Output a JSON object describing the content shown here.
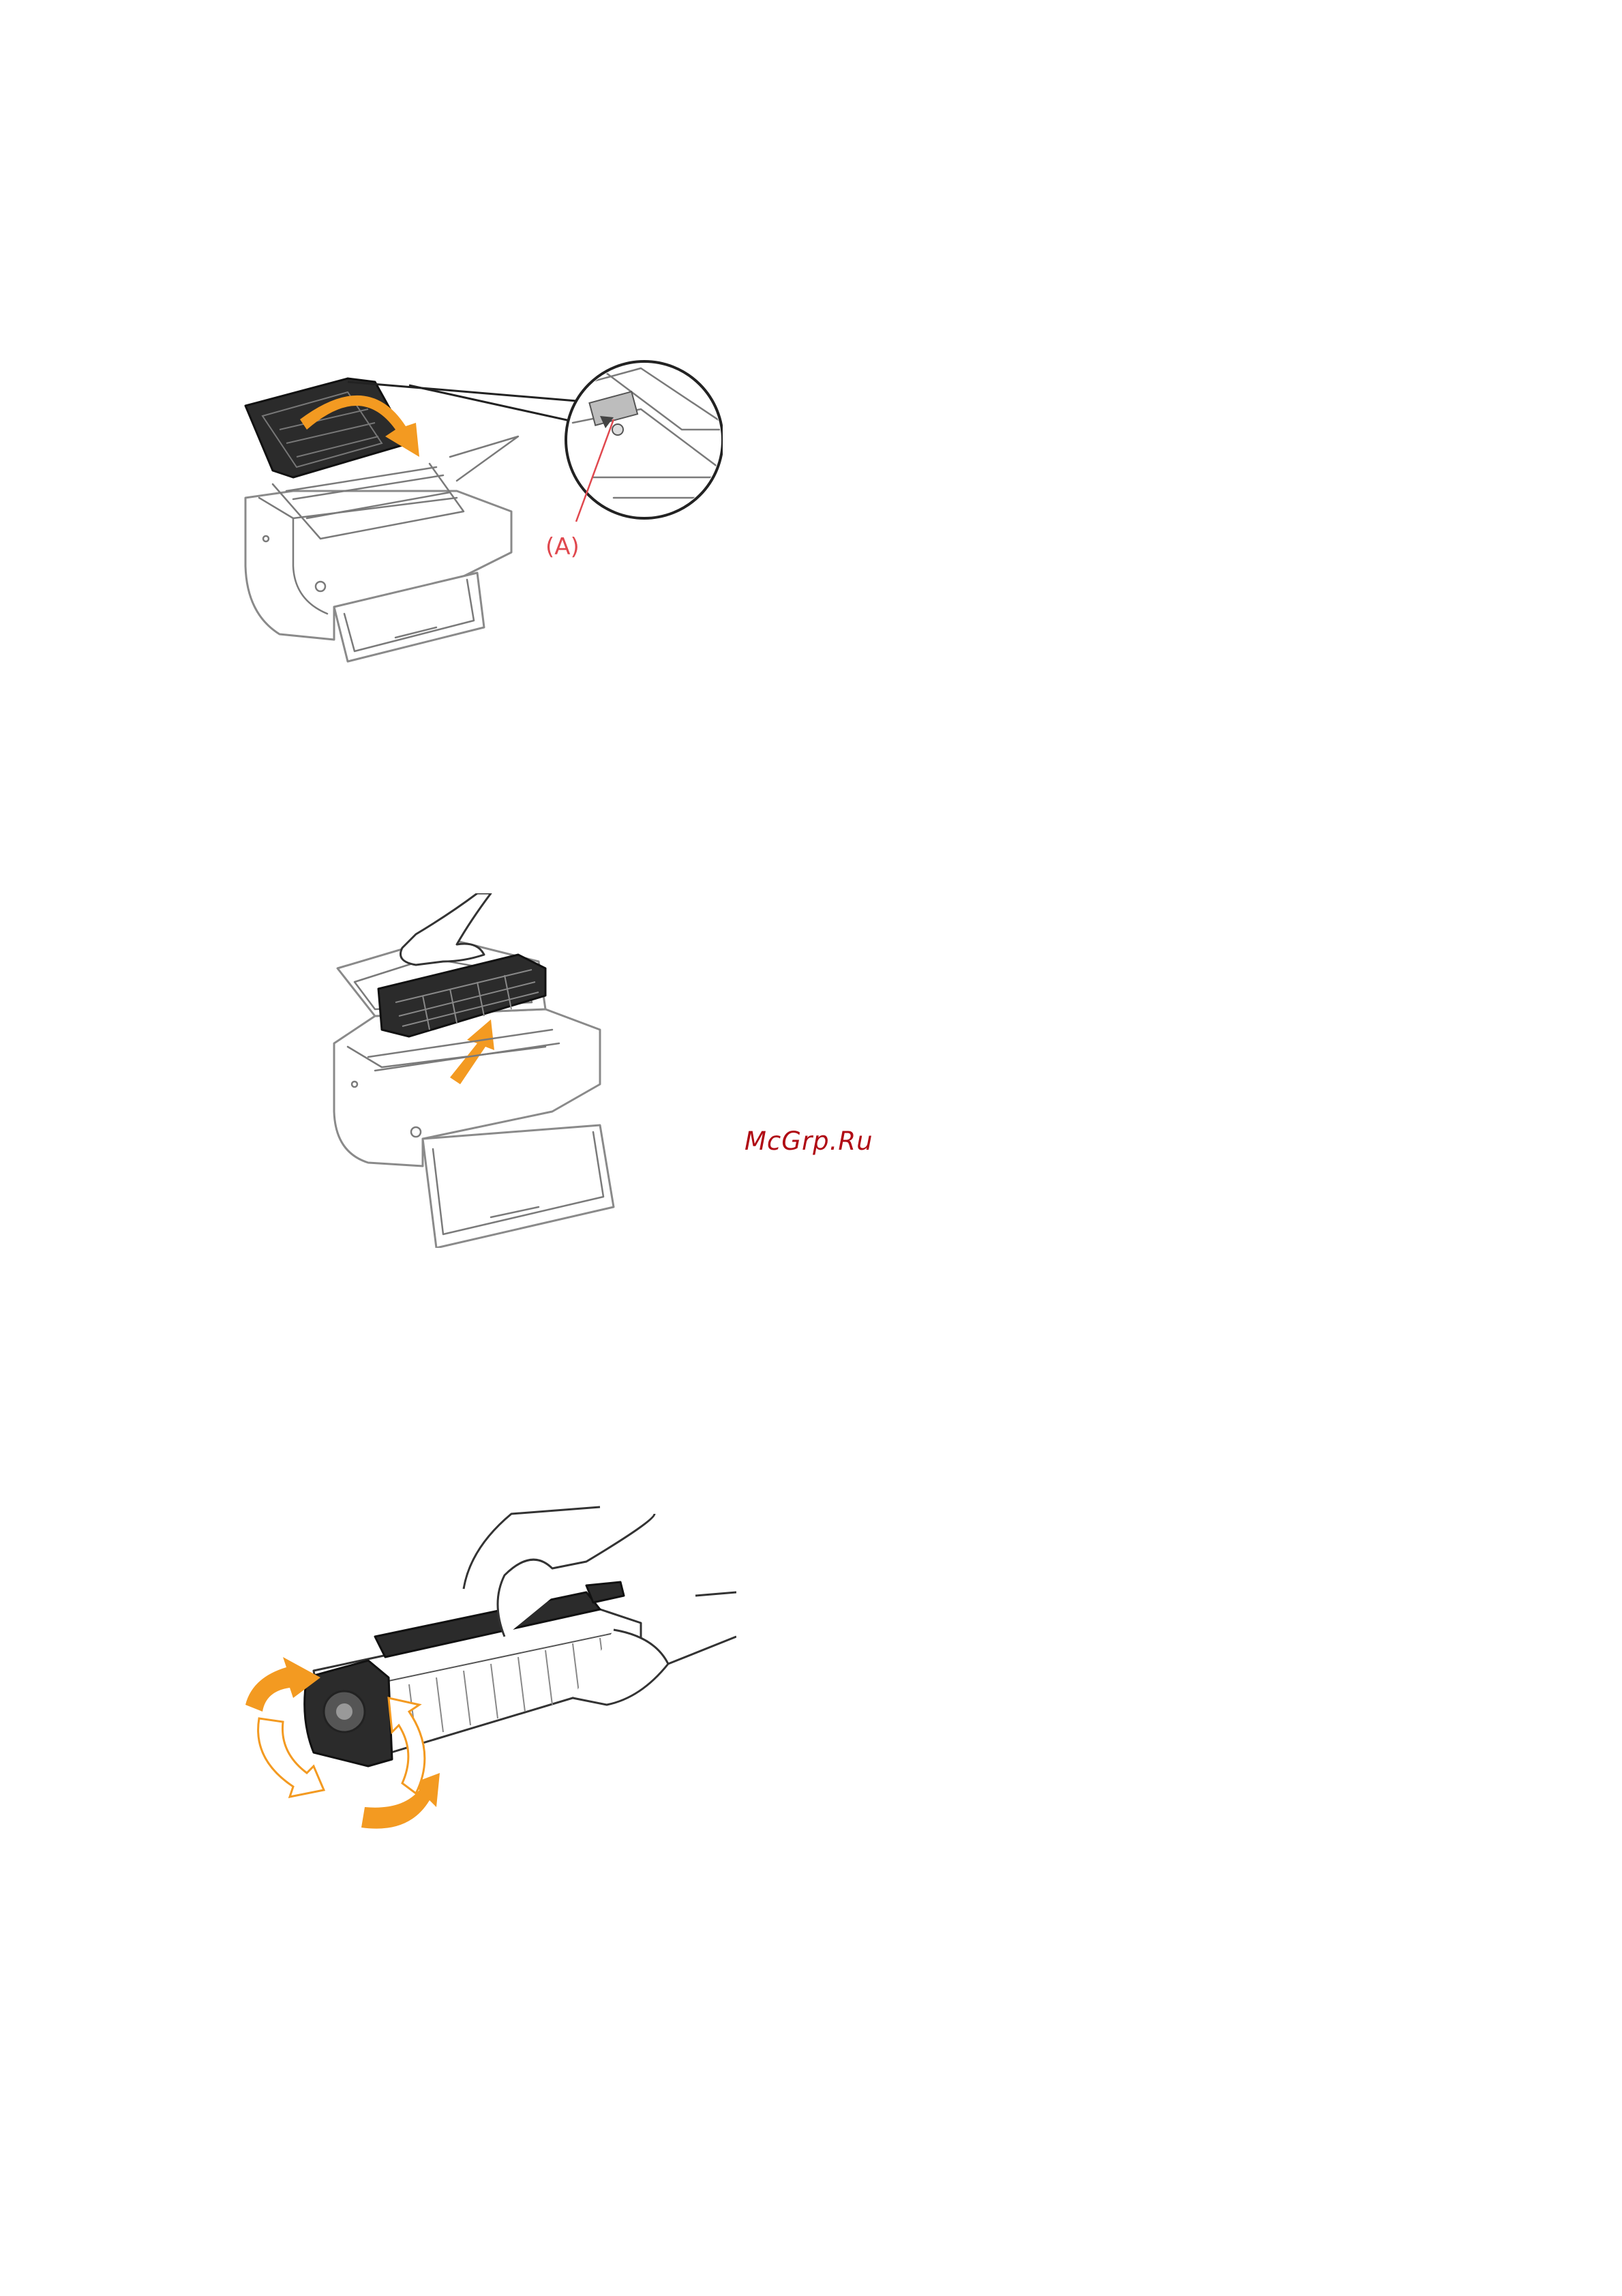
{
  "figures": [
    {
      "id": "step-open-cover",
      "callouts": [
        {
          "label": "(A)"
        }
      ]
    },
    {
      "id": "step-remove-cartridge"
    },
    {
      "id": "step-shake-cartridge"
    }
  ],
  "watermark": {
    "text": "McGrp.Ru",
    "color": "#b00b14"
  },
  "colors": {
    "arrow": "#f39a21",
    "callout": "#e0484e"
  }
}
